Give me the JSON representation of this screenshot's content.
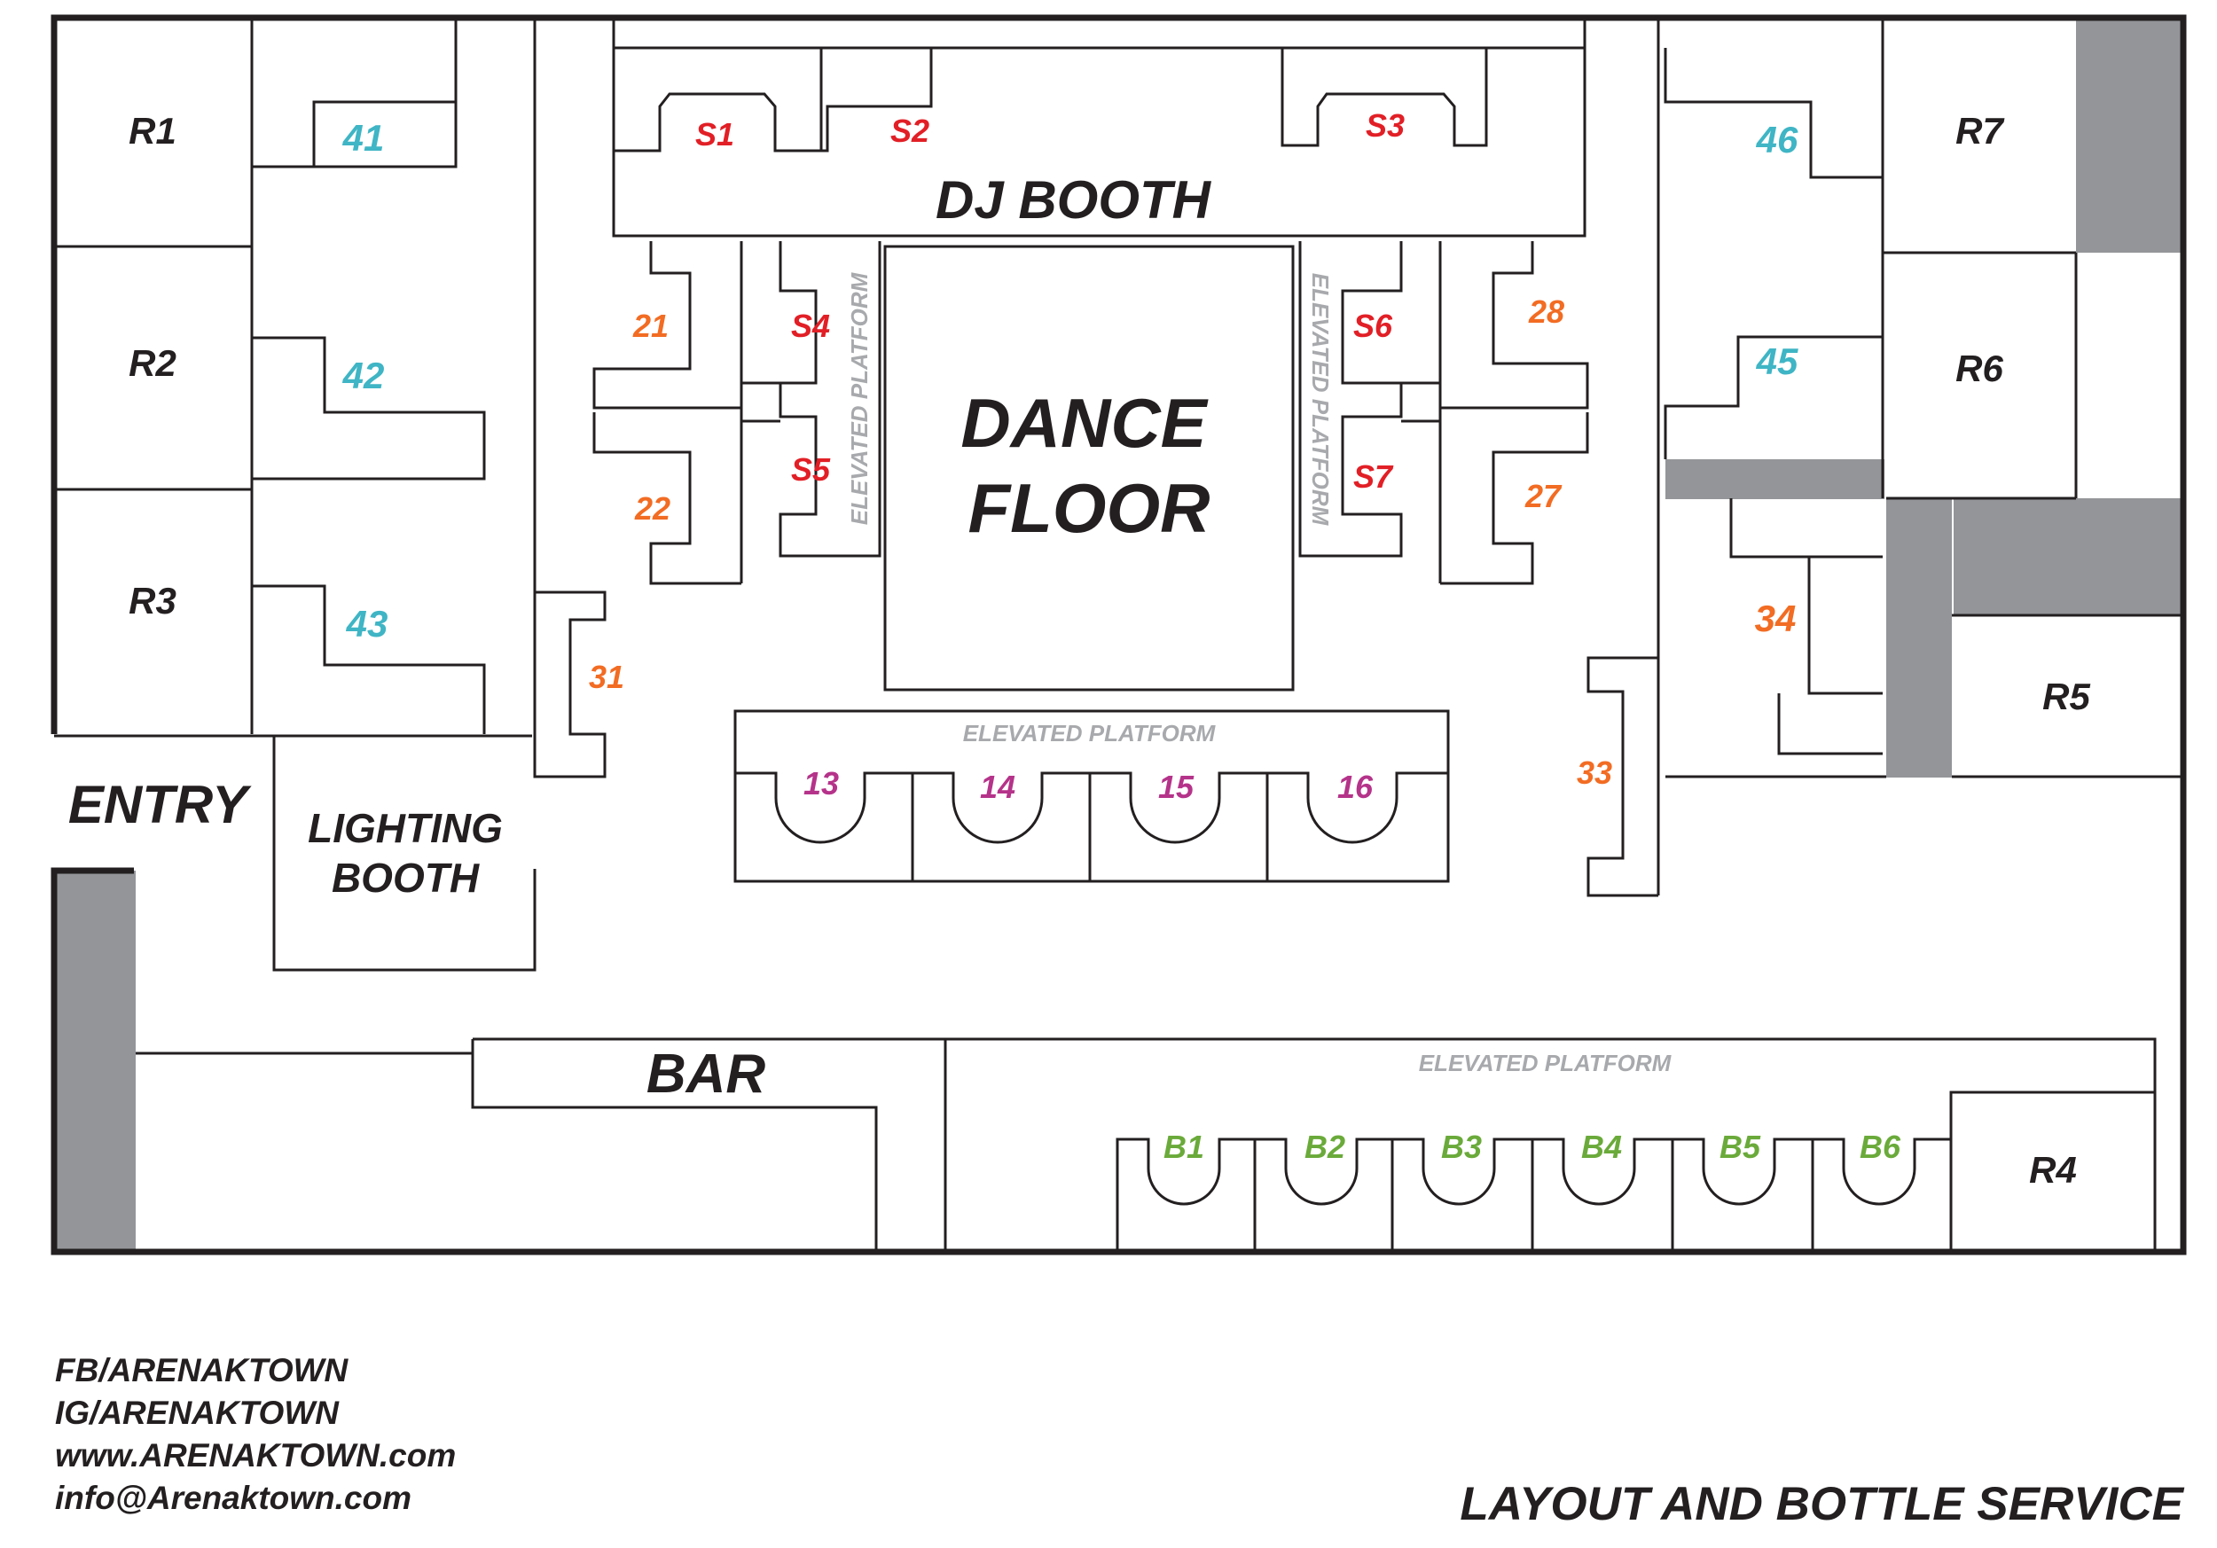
{
  "colors": {
    "wall": "#231f20",
    "column": "#939598",
    "red": "#e21f26",
    "orange": "#f26c23",
    "cyan": "#3fb5c5",
    "magenta": "#b5338a",
    "green": "#6aaa3a",
    "platform": "#a7a9ac"
  },
  "areas": {
    "dj_booth": "DJ BOOTH",
    "dance_floor_line1": "DANCE",
    "dance_floor_line2": "FLOOR",
    "entry": "ENTRY",
    "lighting_line1": "LIGHTING",
    "lighting_line2": "BOOTH",
    "bar": "BAR",
    "elevated_platform": "ELEVATED PLATFORM"
  },
  "rooms": [
    "R1",
    "R2",
    "R3",
    "R4",
    "R5",
    "R6",
    "R7"
  ],
  "stage_tables": [
    "S1",
    "S2",
    "S3",
    "S4",
    "S5",
    "S6",
    "S7"
  ],
  "orange_tables": [
    "21",
    "22",
    "27",
    "28",
    "31",
    "33",
    "34"
  ],
  "cyan_tables": [
    "41",
    "42",
    "43",
    "45",
    "46"
  ],
  "magenta_tables": [
    "13",
    "14",
    "15",
    "16"
  ],
  "green_tables": [
    "B1",
    "B2",
    "B3",
    "B4",
    "B5",
    "B6"
  ],
  "footer": {
    "facebook": "FB/ARENAKTOWN",
    "instagram": "IG/ARENAKTOWN",
    "website": "www.ARENAKTOWN.com",
    "email": "info@Arenaktown.com",
    "title": "LAYOUT AND BOTTLE SERVICE"
  }
}
